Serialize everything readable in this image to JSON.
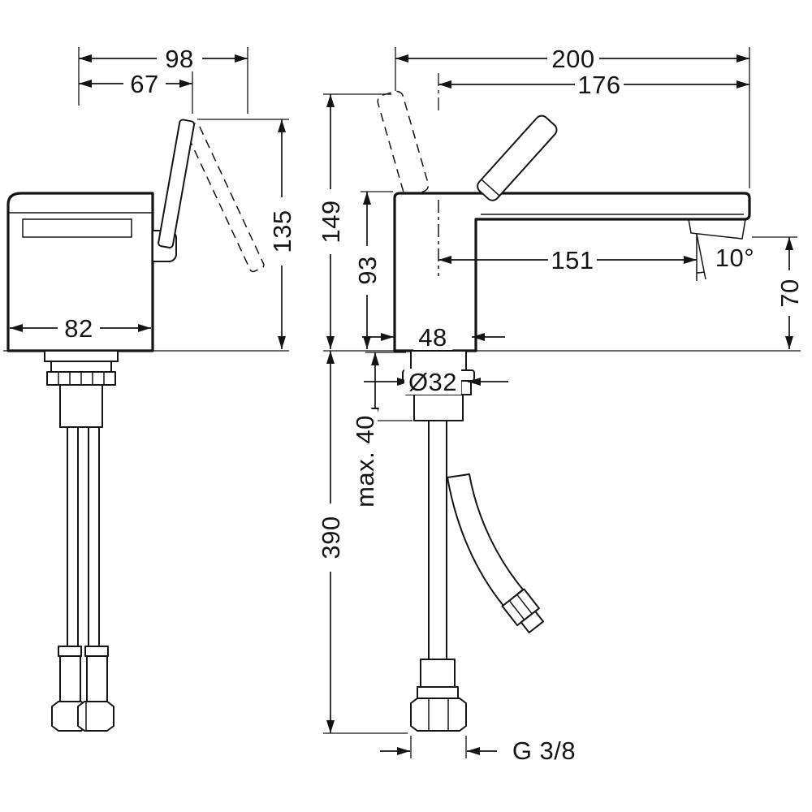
{
  "drawing": {
    "type": "faucet-installation-dimensions",
    "views": [
      "side-view",
      "front-view"
    ]
  },
  "colors": {
    "ink": "#141414",
    "paper": "#ffffff"
  },
  "dims": {
    "d98": "98",
    "d67": "67",
    "d135": "135",
    "d82": "82",
    "d200": "200",
    "d176": "176",
    "d149": "149",
    "d93": "93",
    "d151": "151",
    "angle10": "10°",
    "d70": "70",
    "d48": "48",
    "dia32": "Ø32",
    "max40": "max. 40",
    "d390": "390",
    "thread_g38": "G 3/8"
  }
}
